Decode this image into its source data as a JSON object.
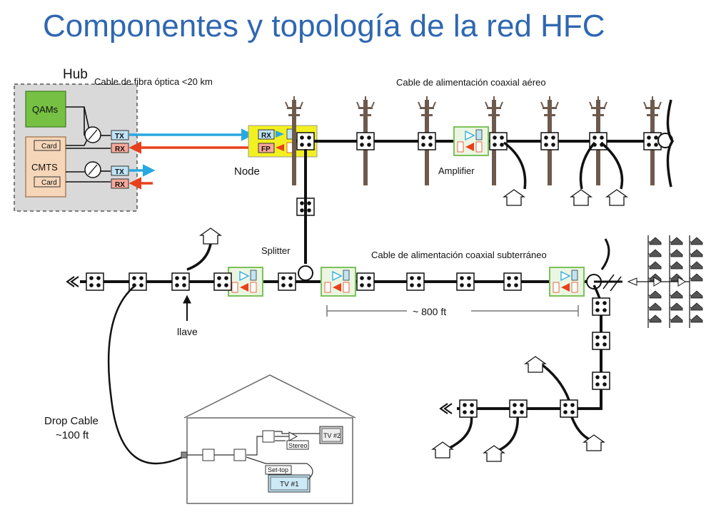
{
  "title": "Componentes y topología de la red HFC",
  "labels": {
    "hub": "Hub",
    "fiber_cable": "Cable de fibra óptica <20 km",
    "aerial_cable": "Cable de alimentación coaxial aéreo",
    "node": "Node",
    "amplifier": "Amplifier",
    "splitter": "Splitter",
    "underground_cable": "Cable de alimentación coaxial subterráneo",
    "distance": "~ 800 ft",
    "tap": "llave",
    "drop_cable_line1": "Drop Cable",
    "drop_cable_line2": "~100 ft"
  },
  "hub": {
    "qams": "QAMs",
    "cmts": "CMTS",
    "card": "Card",
    "tx": "TX",
    "rx": "RX"
  },
  "node_ports": {
    "rx": "RX",
    "fp": "FP"
  },
  "house_devices": {
    "tv2": "TV #2",
    "stereo": "Stereo",
    "settop": "Set-top",
    "tv1": "TV #1"
  },
  "colors": {
    "title": "#2f67b1",
    "forward_arrow": "#29a8e0",
    "return_arrow": "#e8401c",
    "qam_fill": "#76c043",
    "cmts_fill": "#f6d6b8",
    "node_fill": "#f3f021",
    "amp_border": "#7cc25a",
    "pole": "#6e5a4d"
  }
}
